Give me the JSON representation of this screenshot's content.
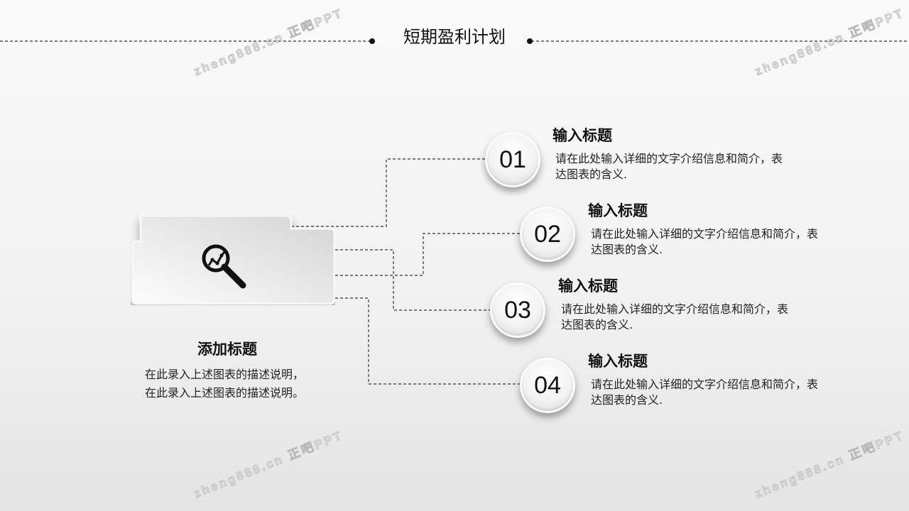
{
  "title": "短期盈利计划",
  "watermark": "zheng888.cn 正吧PPT",
  "main": {
    "title": "添加标题",
    "description": "在此录入上述图表的描述说明，在此录入上述图表的描述说明。",
    "icon": "magnifier-chart-icon"
  },
  "items": [
    {
      "number": "01",
      "title": "输入标题",
      "description": "请在此处输入详细的文字介绍信息和简介，表达图表的含义."
    },
    {
      "number": "02",
      "title": "输入标题",
      "description": "请在此处输入详细的文字介绍信息和简介，表达图表的含义."
    },
    {
      "number": "03",
      "title": "输入标题",
      "description": "请在此处输入详细的文字介绍信息和简介，表达图表的含义."
    },
    {
      "number": "04",
      "title": "输入标题",
      "description": "请在此处输入详细的文字介绍信息和简介，表达图表的含义."
    }
  ]
}
